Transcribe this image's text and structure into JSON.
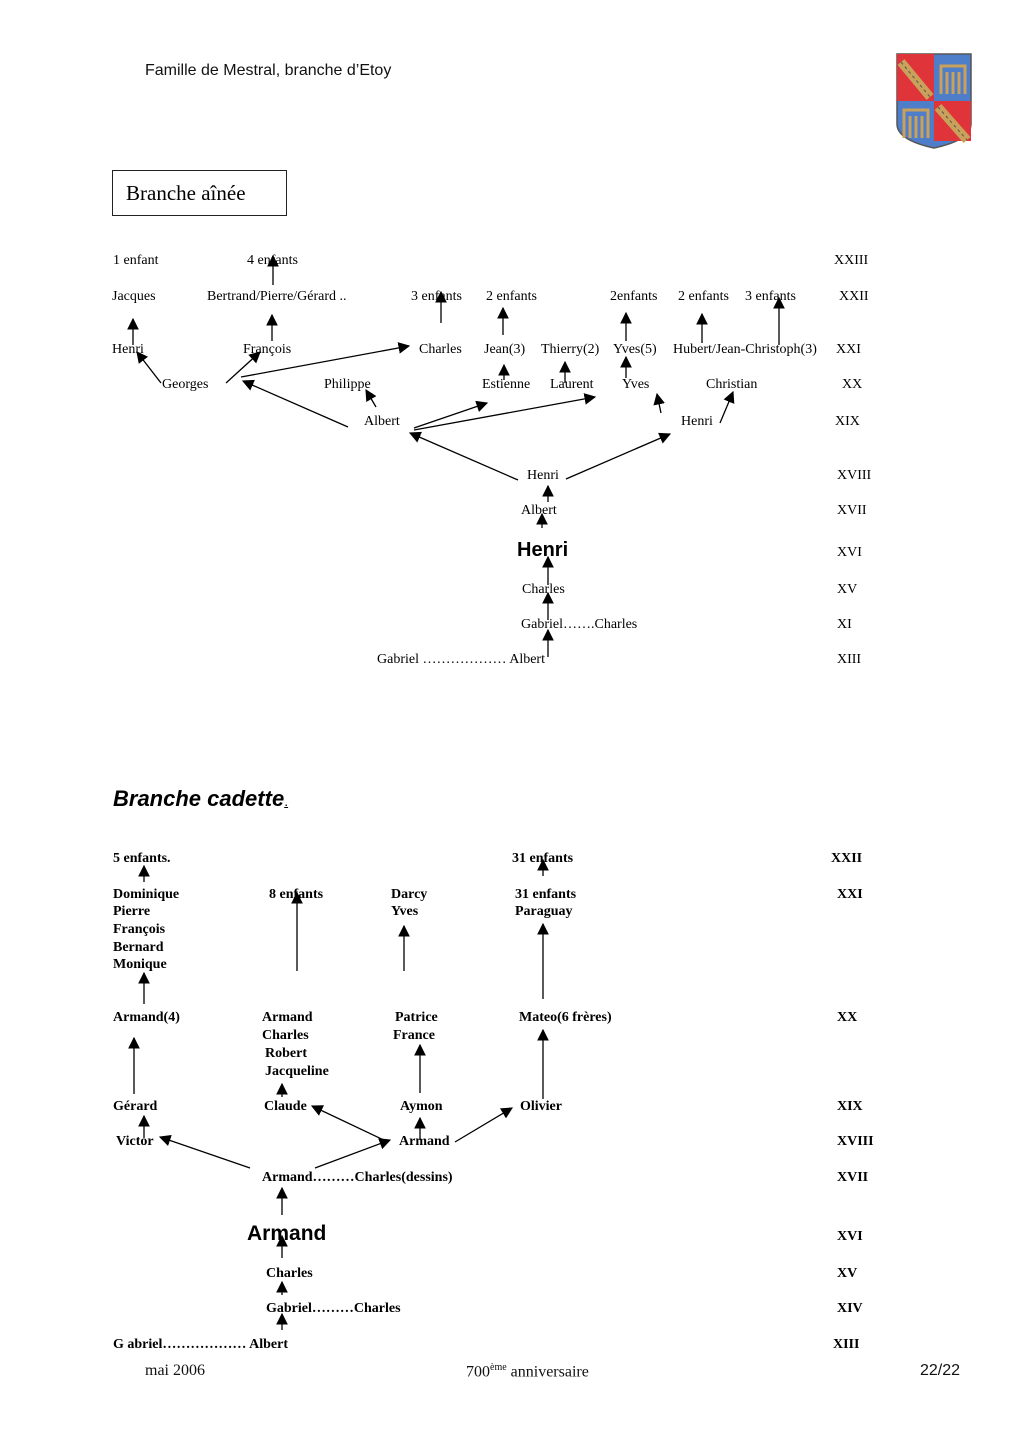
{
  "header": {
    "title": "Famille de Mestral, branche d’Etoy"
  },
  "aine": {
    "title": "Branche aînée",
    "generations": [
      "XXIII",
      "XXII",
      "XXI",
      "XX",
      "XIX",
      "XVIII",
      "XVII",
      "XVI",
      "XV",
      "XI",
      "XIII"
    ],
    "persons": [
      "1 enfant",
      "4 enfants",
      "Jacques",
      "Bertrand/Pierre/Gérard  ..",
      "3 enfants",
      "2 enfants",
      "2enfants",
      "2 enfants",
      "3 enfants",
      "Henri",
      "François",
      "Charles",
      "Jean(3)",
      "Thierry(2)",
      "Yves(5)",
      "Hubert/Jean-Christoph(3)",
      "Georges",
      "Philippe",
      "Estienne",
      "Laurent",
      "Yves",
      "Christian",
      "Albert",
      "Henri",
      "Henri",
      "Albert",
      "Henri",
      "Charles",
      "Gabriel…….Charles",
      "Gabriel ……………… Albert"
    ]
  },
  "cadette": {
    "title": "Branche cadette",
    "title_suffix": ".",
    "generations": [
      "XXII",
      "XXI",
      "XX",
      "XIX",
      "XVIII",
      "XVII",
      "XVI",
      "XV",
      "XIV",
      "XIII"
    ],
    "persons": [
      "5 enfants.",
      "31  enfants",
      "Dominique",
      "Pierre",
      "François",
      "Bernard",
      "Monique",
      "8 enfants",
      "Darcy",
      "Yves",
      "31 enfants",
      "Paraguay",
      "Armand(4)",
      "Armand",
      "Charles",
      "Robert",
      "Jacqueline",
      "Patrice",
      "France",
      "Mateo(6 frères)",
      "Gérard",
      "Claude",
      "Aymon",
      "Olivier",
      "Victor",
      "Armand",
      "Armand………Charles(dessins)",
      "Armand",
      "Charles",
      "Gabriel………Charles",
      "G abriel……………… Albert"
    ]
  },
  "footer": {
    "date": "mai 2006",
    "anniv_num": "700",
    "anniv_sup": "ème",
    "anniv_word": " anniversaire",
    "page": "22/22"
  },
  "colors": {
    "crest_red": "#e0343b",
    "crest_blue": "#4e7dc9",
    "crest_gold": "#c9a15a",
    "ink": "#000000"
  }
}
